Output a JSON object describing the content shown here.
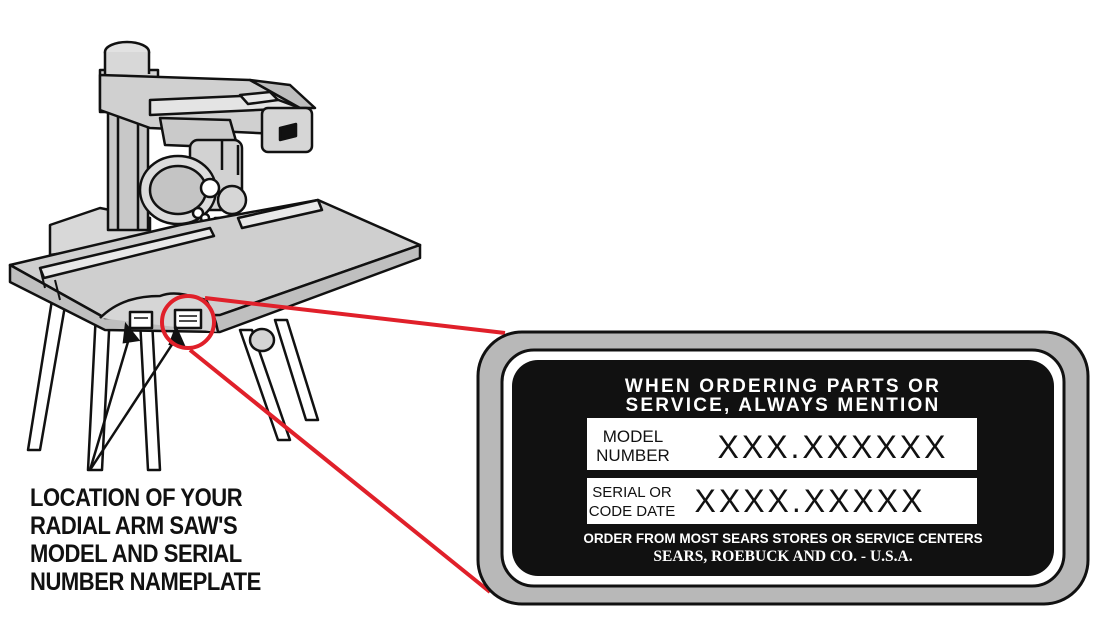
{
  "caption": {
    "lines": [
      "LOCATION OF YOUR",
      "RADIAL ARM SAW'S",
      "MODEL AND SERIAL",
      "NUMBER NAMEPLATE"
    ]
  },
  "nameplate": {
    "header_line1": "WHEN ORDERING PARTS OR",
    "header_line2": "SERVICE, ALWAYS MENTION",
    "model_label_line1": "MODEL",
    "model_label_line2": "NUMBER",
    "model_value": "XXX.XXXXXX",
    "serial_label_line1": "SERIAL OR",
    "serial_label_line2": "CODE DATE",
    "serial_value": "XXXX.XXXXX",
    "footer_line1": "ORDER FROM MOST SEARS STORES OR SERVICE CENTERS",
    "footer_line2": "SEARS, ROEBUCK AND CO. - U.S.A."
  },
  "colors": {
    "callout_line": "#e0202a",
    "plate_outer": "#b8b8b8",
    "plate_inner": "#111111",
    "saw_fill": "#cfcfcf",
    "ink": "#111111"
  },
  "icons": [
    "radial-arm-saw-illustration",
    "callout-circle",
    "pointer-arrows"
  ]
}
